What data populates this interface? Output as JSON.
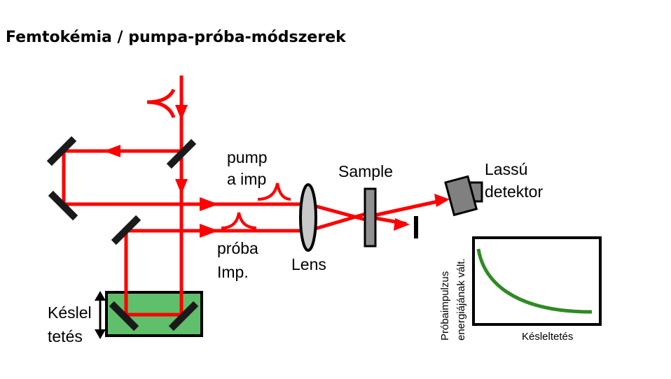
{
  "title": "Femtokémia / pumpa-próba-módszerek",
  "labels": {
    "pump_line1": "pump",
    "pump_line2": "a imp",
    "probe_line1": "próba",
    "probe_line2": "Imp.",
    "lens": "Lens",
    "sample": "Sample",
    "detector_line1": "Lassú",
    "detector_line2": "detektor",
    "delay_line1": "Késlel",
    "delay_line2": "tetés"
  },
  "inset_plot": {
    "ylabel_line1": "Próbaimpulzus",
    "ylabel_line2": "energiájának vált.",
    "xlabel": "Késleltetés",
    "curve_shape": "decaying",
    "curve_color": "#2e8b22"
  },
  "colors": {
    "beam": "#ff0000",
    "delay_stage": "#5fbf6a",
    "detector": "#808080",
    "lens": "#c8c8c8",
    "sample": "#909090"
  }
}
